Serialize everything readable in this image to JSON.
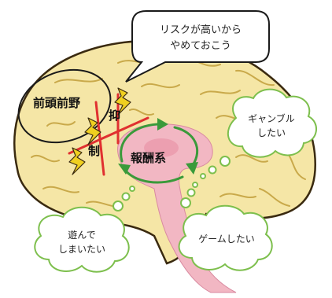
{
  "speech_bubble": {
    "lines": [
      "リスクが高いから",
      "やめておこう"
    ]
  },
  "labels": {
    "prefrontal": "前頭前野",
    "inhibit_a": "抑",
    "inhibit_b": "制",
    "reward_system": "報酬系"
  },
  "thought_bubbles": {
    "gambling": [
      "ギャンブル",
      "したい"
    ],
    "game": [
      "ゲームしたい"
    ],
    "play": [
      "遊んで",
      "しまいたい"
    ]
  },
  "colors": {
    "brain_fill": "#f5e6a6",
    "brain_fold": "#c9a94a",
    "limbic_pink": "#f2b7c3",
    "inhibit_line": "#e03030",
    "reward_arrow": "#3a9a3a",
    "bubble_border": "#7dbf4d",
    "lightning": "#f0d020"
  }
}
